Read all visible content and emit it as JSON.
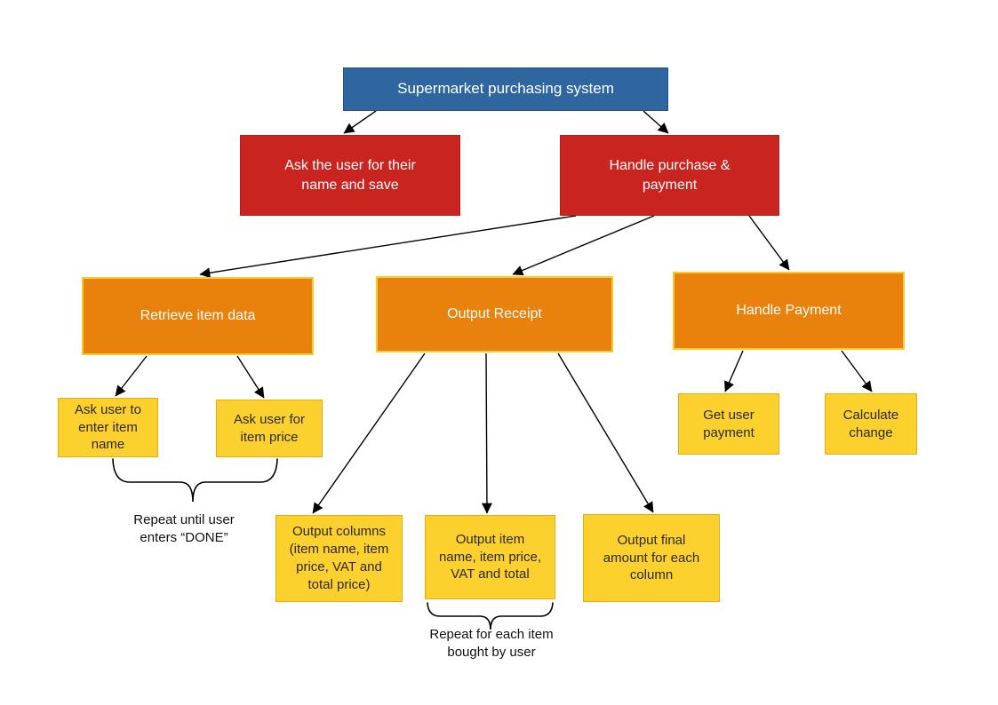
{
  "colors": {
    "root_fill": "#2f669f",
    "level2_fill": "#c9241f",
    "level3_fill": "#e8820d",
    "level3_border": "#f9cb32",
    "leaf_fill": "#fcd02d",
    "leaf_border": "#e8ab0e",
    "light_text": "#ffffff",
    "dark_text": "#2b2a26",
    "connector": "#000000",
    "background": "#ffffff"
  },
  "nodes": {
    "root": {
      "label": "Supermarket purchasing system"
    },
    "ask_name": {
      "label": "Ask the user for their\nname and save"
    },
    "handle_purchase": {
      "label": "Handle purchase &\npayment"
    },
    "retrieve_item_data": {
      "label": "Retrieve item data"
    },
    "output_receipt": {
      "label": "Output Receipt"
    },
    "handle_payment": {
      "label": "Handle Payment"
    },
    "ask_item_name": {
      "label": "Ask user to\nenter item\nname"
    },
    "ask_item_price": {
      "label": "Ask user for\nitem price"
    },
    "output_columns": {
      "label": "Output columns\n(item name, item\nprice, VAT and\ntotal price)"
    },
    "output_item_details": {
      "label": "Output item\nname, item price,\nVAT and total"
    },
    "output_final_amount": {
      "label": "Output final\namount for each\ncolumn"
    },
    "get_user_payment": {
      "label": "Get user\npayment"
    },
    "calculate_change": {
      "label": "Calculate\nchange"
    }
  },
  "annotations": {
    "repeat_until_done": "Repeat until user\nenters “DONE”",
    "repeat_each_item": "Repeat for each item\nbought by user"
  }
}
